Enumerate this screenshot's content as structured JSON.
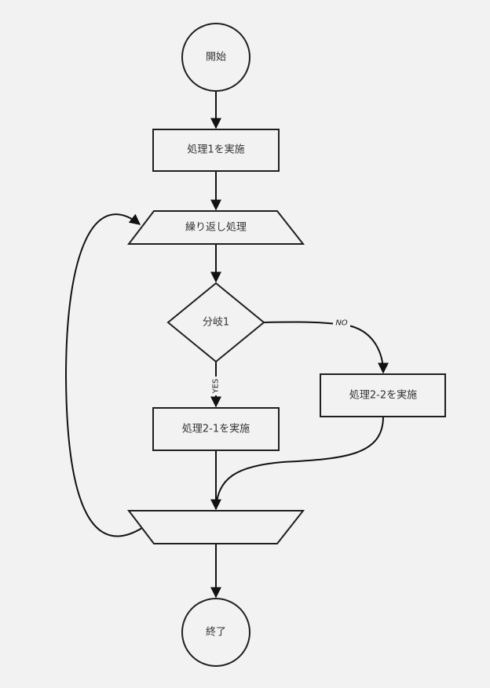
{
  "diagram": {
    "type": "flowchart",
    "nodes": {
      "start": {
        "shape": "circle",
        "label": "開始"
      },
      "process1": {
        "shape": "rectangle",
        "label": "処理1を実施"
      },
      "loop_start": {
        "shape": "loop-limit-top",
        "label": "繰り返し処理"
      },
      "branch1": {
        "shape": "diamond",
        "label": "分岐1"
      },
      "process2_1": {
        "shape": "rectangle",
        "label": "処理2-1を実施"
      },
      "process2_2": {
        "shape": "rectangle",
        "label": "処理2-2を実施"
      },
      "loop_end": {
        "shape": "loop-limit-bottom",
        "label": ""
      },
      "end": {
        "shape": "circle",
        "label": "終了"
      }
    },
    "edges": [
      {
        "from": "start",
        "to": "process1",
        "label": ""
      },
      {
        "from": "process1",
        "to": "loop_start",
        "label": ""
      },
      {
        "from": "loop_start",
        "to": "branch1",
        "label": ""
      },
      {
        "from": "branch1",
        "to": "process2_1",
        "label": "YES"
      },
      {
        "from": "branch1",
        "to": "process2_2",
        "label": "NO"
      },
      {
        "from": "process2_1",
        "to": "loop_end",
        "label": ""
      },
      {
        "from": "process2_2",
        "to": "loop_end",
        "label": ""
      },
      {
        "from": "loop_end",
        "to": "loop_start",
        "label": ""
      },
      {
        "from": "loop_end",
        "to": "end",
        "label": ""
      }
    ]
  }
}
